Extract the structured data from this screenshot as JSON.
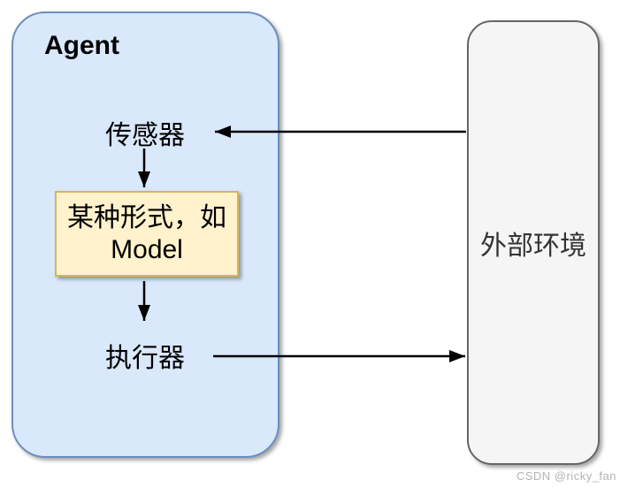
{
  "diagram": {
    "agent": {
      "title": "Agent",
      "sensor_label": "传感器",
      "model_line1": "某种形式，如",
      "model_line2": "Model",
      "actuator_label": "执行器"
    },
    "environment": {
      "label": "外部环境"
    },
    "watermark": "CSDN @ricky_fan",
    "colors": {
      "agent_fill": "#dae8fc",
      "agent_stroke": "#6c8ebf",
      "model_fill": "#fff2cc",
      "model_stroke": "#d6b656",
      "env_fill": "#f5f5f5",
      "env_stroke": "#666666",
      "arrow": "#000000",
      "watermark_text": "#b3b3b3"
    }
  }
}
